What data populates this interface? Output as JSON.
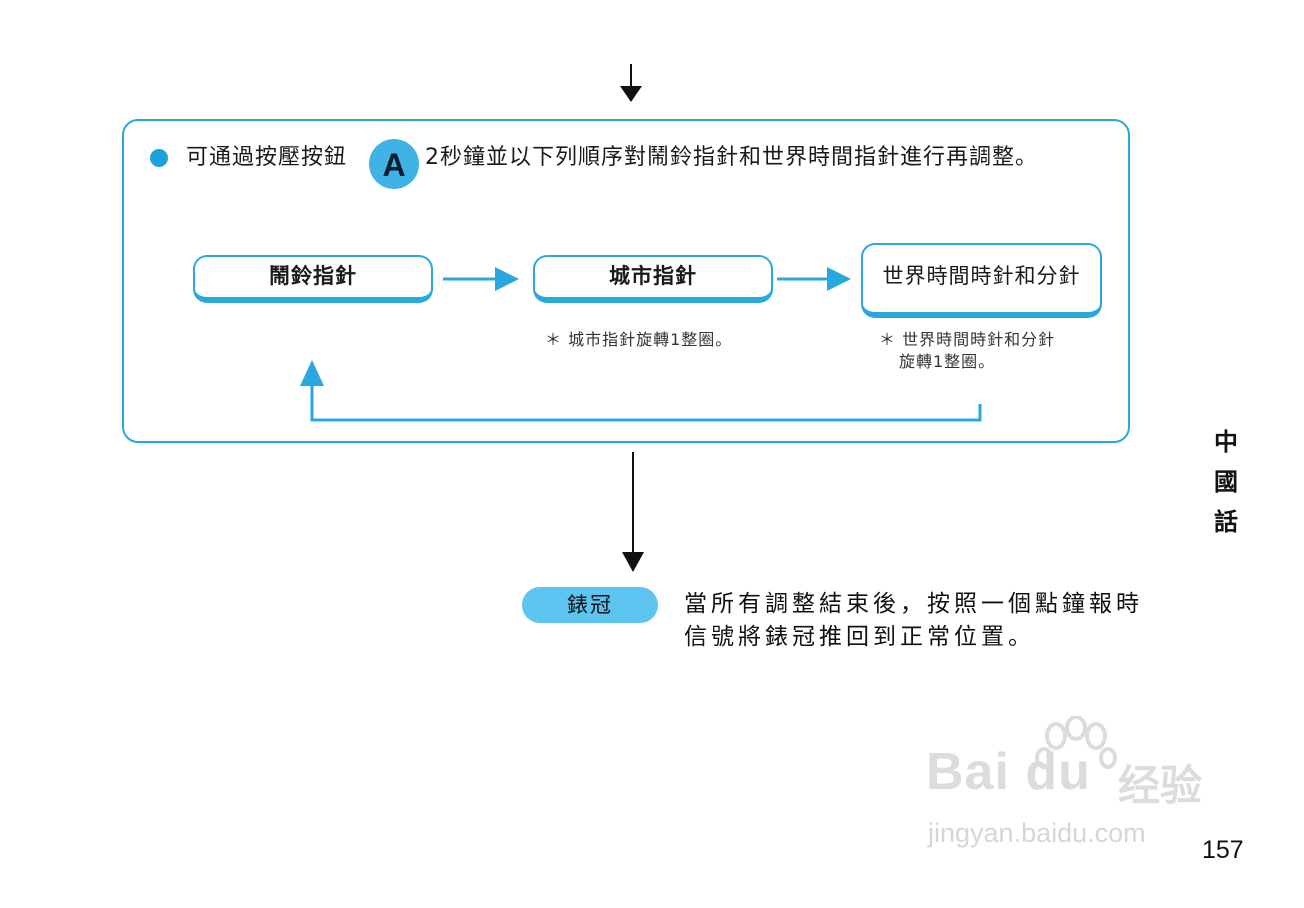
{
  "instruction": {
    "before_button": "可通過按壓按鈕",
    "button_label": "A",
    "after_button": "2秒鐘並以下列順序對鬧鈴指針和世界時間指針進行再調整。"
  },
  "flow": {
    "steps": [
      {
        "label": "鬧鈴指針"
      },
      {
        "label": "城市指針",
        "note": "＊ 城市指針旋轉1整圈。"
      },
      {
        "label": "世界時間時針和分針",
        "note_line1": "＊ 世界時間時針和分針",
        "note_line2": "旋轉1整圈。"
      }
    ]
  },
  "final_step": {
    "crown_label": "錶冠",
    "text_line1": "當所有調整結束後，按照一個點鐘報時",
    "text_line2": "信號將錶冠推回到正常位置。"
  },
  "side_label": [
    "中",
    "國",
    "話"
  ],
  "page_number": "157",
  "watermark": {
    "logo": "Bai du",
    "chinese": "经验",
    "url": "jingyan.baidu.com"
  },
  "colors": {
    "accent": "#29a8de",
    "badge": "#5cc4ee"
  }
}
